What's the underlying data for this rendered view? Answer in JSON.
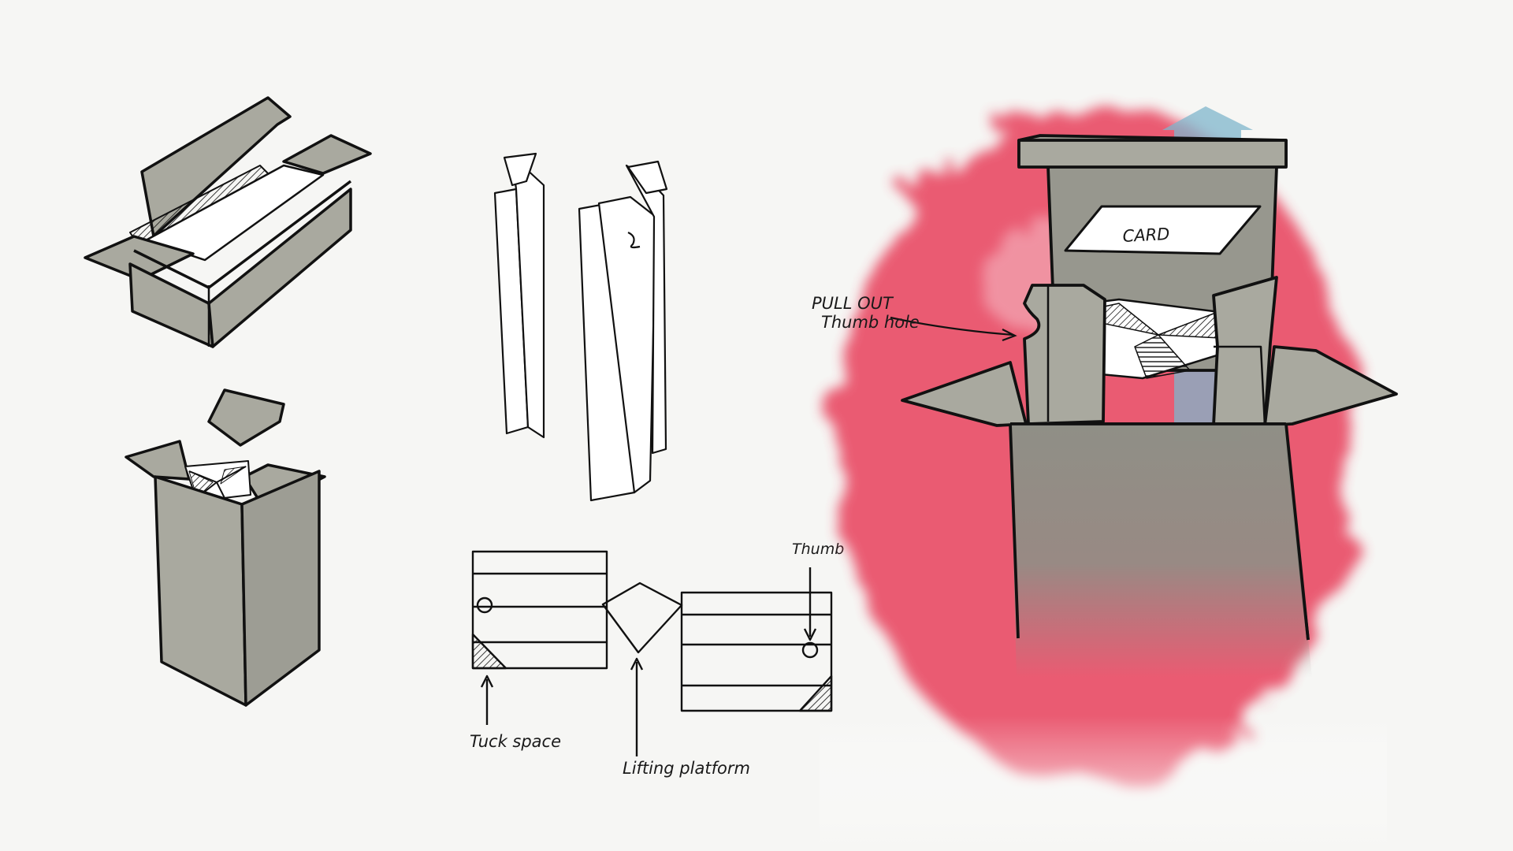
{
  "colors": {
    "paper": "#f6f6f4",
    "ink": "#111111",
    "box_fill": "#a9a99f",
    "box_fill_dark": "#8f8f86",
    "pink_wash": "#e8405c",
    "arrow_blue": "#7fb6cc"
  },
  "annotations": {
    "pull_out_line1": "PULL OUT",
    "pull_out_line2": "Thumb hole",
    "card": "CARD",
    "thumb": "Thumb",
    "tuck_space": "Tuck space",
    "lifting_platform": "Lifting platform"
  }
}
